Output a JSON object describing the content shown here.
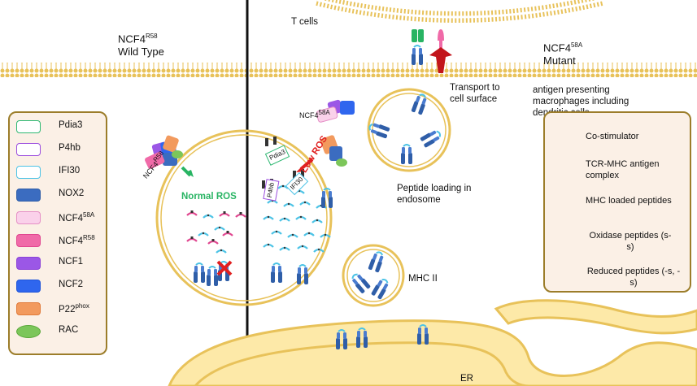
{
  "labels": {
    "t_cells": "T cells",
    "wild_type_title": "NCF4",
    "wild_type_sup": "R58",
    "wild_type_sub": "Wild Type",
    "mutant_title": "NCF4",
    "mutant_sup": "58A",
    "mutant_sub": "Mutant",
    "transport": "Transport to cell surface",
    "apc": "antigen presenting macrophages including dendritic cells",
    "normal_ros": "Normal ROS",
    "low_ros": "Low ROS",
    "peptide_loading": "Peptide loading in endosome",
    "mhc_ii": "MHC II",
    "er": "ER",
    "ncf4_wt_tag": "NCF4",
    "ncf4_wt_tag_sup": "R58",
    "ncf4_mut_tag": "NCF4",
    "ncf4_mut_tag_sup": "58A",
    "pdia3_tag": "Pdia3",
    "p4hb_tag": "P4hb",
    "ifi30_tag": "IFI30"
  },
  "legend_left": [
    {
      "name": "Pdia3",
      "color": "#2eb872",
      "fill": "#ffffff"
    },
    {
      "name": "P4hb",
      "color": "#9b4dde",
      "fill": "#ffffff"
    },
    {
      "name": "IFI30",
      "color": "#4cc3e6",
      "fill": "#ffffff"
    },
    {
      "name": "NOX2",
      "color": "#2f5ea8",
      "fill": "#3b6cc0"
    },
    {
      "name": "NCF4",
      "sup": "58A",
      "color": "#e58fc6",
      "fill": "#fad1ea"
    },
    {
      "name": "NCF4",
      "sup": "R58",
      "color": "#e0468f",
      "fill": "#f06aa8"
    },
    {
      "name": "NCF1",
      "color": "#8a42d8",
      "fill": "#9b57e6"
    },
    {
      "name": "NCF2",
      "color": "#1f54d8",
      "fill": "#2f66ee"
    },
    {
      "name": "P22",
      "sup": "phox",
      "color": "#e07a3a",
      "fill": "#f29a5e"
    },
    {
      "name": "RAC",
      "color": "#5aa83a",
      "fill": "#7cc65a"
    }
  ],
  "legend_right": [
    {
      "name": "Co-stimulator"
    },
    {
      "name": "TCR-MHC antigen complex"
    },
    {
      "name": "MHC loaded peptides"
    },
    {
      "name": "Oxidase peptides (s-s)"
    },
    {
      "name": "Reduced peptides (-s, -s)"
    }
  ],
  "colors": {
    "membrane": "#e8c25a",
    "er_fill": "#fde9a8",
    "mhc": "#2f5ea8",
    "ros_green": "#28b463",
    "ros_red": "#e02020"
  }
}
